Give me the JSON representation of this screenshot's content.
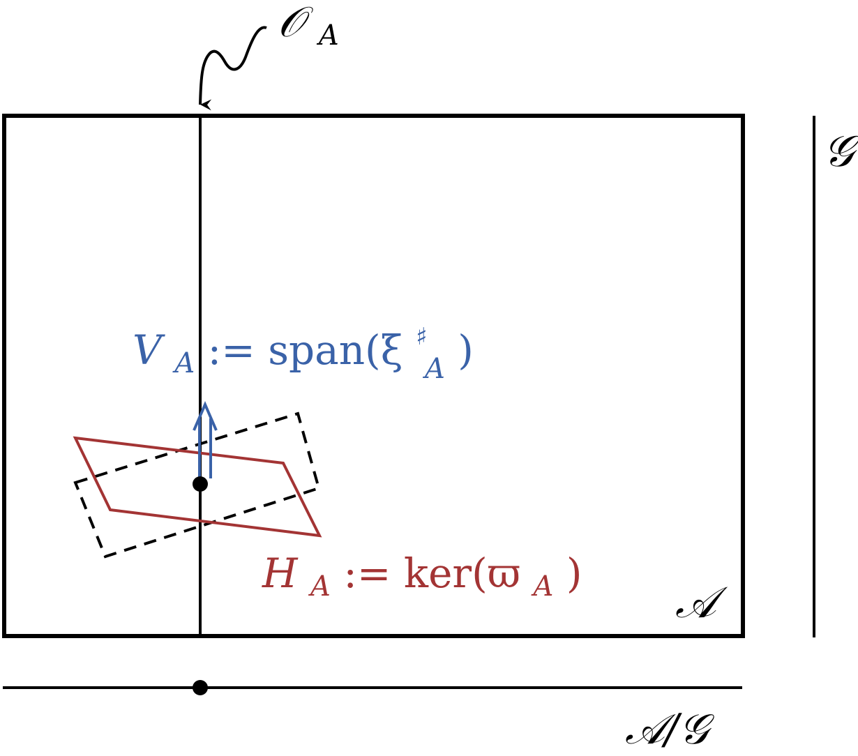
{
  "colors": {
    "ink": "#000000",
    "vertical": "#3a62a8",
    "horizontal": "#a33434"
  },
  "labels": {
    "orbit": {
      "main": "𝒪",
      "sub": "A"
    },
    "space": "𝒜",
    "group": "𝒢",
    "quotient": "𝒜/𝒢",
    "vertical": {
      "main": "V",
      "sub": "A",
      "rest": " := span(ξ",
      "sup": "♯",
      "sub2": "A",
      "close": ")"
    },
    "horizontal": {
      "main": "H",
      "sub": "A",
      "rest": " := ker(ϖ",
      "sub2": "A",
      "close": ")"
    }
  }
}
